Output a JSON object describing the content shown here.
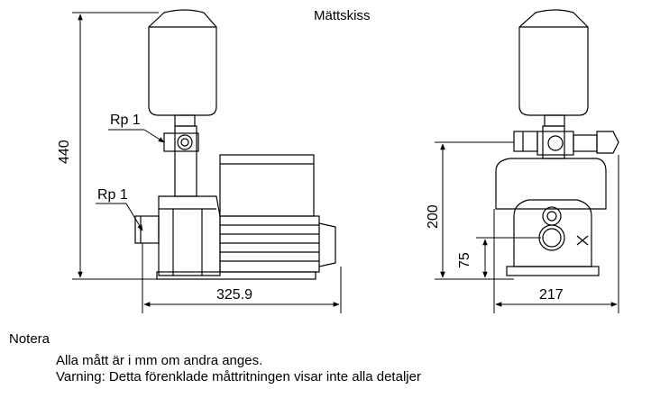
{
  "title": "Mättskiss",
  "dimensions": {
    "side_height": "440",
    "side_width": "325.9",
    "front_height": "200",
    "front_axis_height": "75",
    "front_width": "217"
  },
  "callouts": {
    "upper_connection": "Rp 1",
    "lower_connection": "Rp 1"
  },
  "notes": {
    "heading": "Notera",
    "line1": "Alla mått är i mm om andra anges.",
    "line2": "Varning: Detta förenklade måttritningen visar inte alla detaljer"
  }
}
